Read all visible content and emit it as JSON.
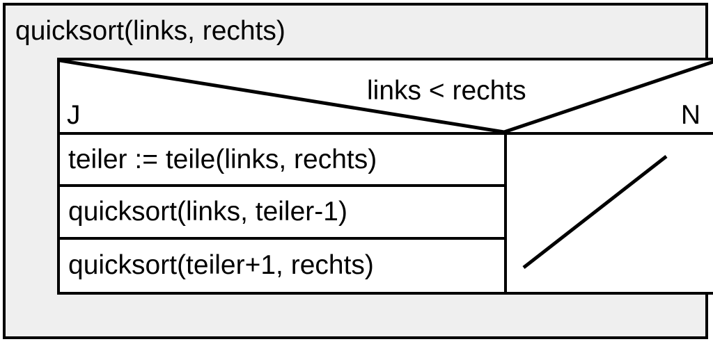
{
  "diagram": {
    "kind": "nassi-shneiderman-structogram",
    "title": "quicksort(links, rechts)",
    "background_color": "#efefef",
    "block_color": "#ffffff",
    "line_color": "#000000",
    "condition": {
      "text": "links < rechts",
      "true_label": "J",
      "false_label": "N"
    },
    "true_branch": {
      "statements": [
        "teiler := teile(links, rechts)",
        "quicksort(links, teiler-1)",
        "quicksort(teiler+1, rechts)"
      ]
    },
    "false_branch": {
      "statements": [],
      "empty_marker": "diagonal-line"
    }
  }
}
